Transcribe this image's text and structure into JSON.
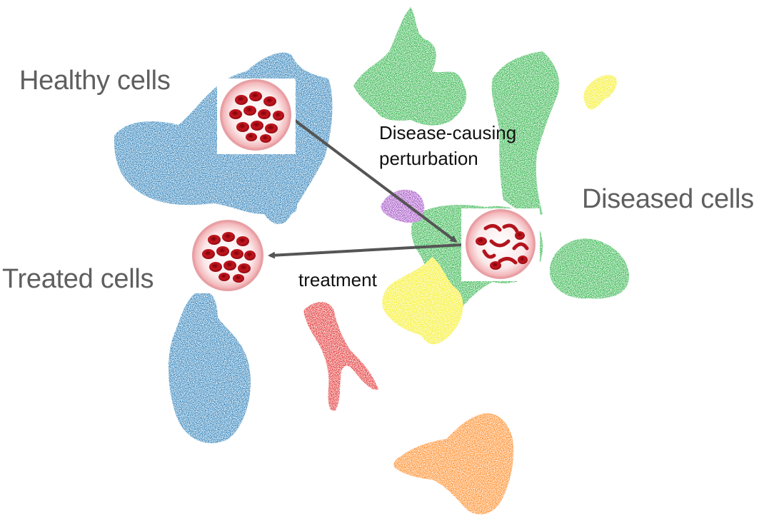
{
  "labels": {
    "healthy": "Healthy cells",
    "diseased": "Diseased cells",
    "treated": "Treated cells",
    "perturbation_line1": "Disease-causing",
    "perturbation_line2": "perturbation",
    "treatment": "treatment"
  },
  "colors": {
    "blue_cluster": "#1f77b4",
    "green_cluster": "#1fae3a",
    "yellow_cluster": "#f5ee10",
    "purple_cluster": "#9b3fc0",
    "red_cluster": "#e02020",
    "orange_cluster": "#ff7f0e",
    "arrow": "#555555",
    "cell_red": "#b3141c"
  },
  "icons": {
    "healthy": "healthy-red-blood-cells-icon",
    "diseased": "sickle-cells-icon",
    "treated": "treated-red-blood-cells-icon"
  }
}
